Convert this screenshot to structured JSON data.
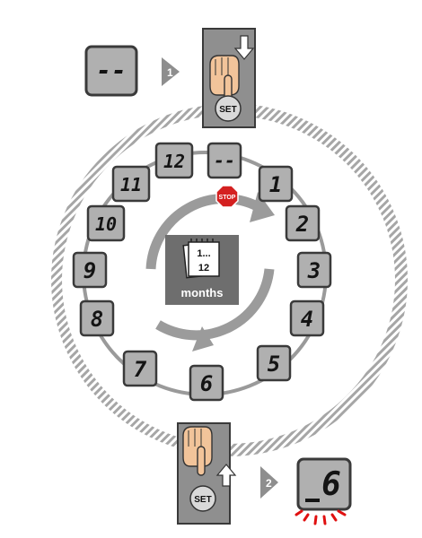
{
  "display_initial": {
    "text": "--"
  },
  "step1": {
    "number": "1",
    "button_label": "SET"
  },
  "step2": {
    "number": "2",
    "button_label": "SET"
  },
  "dial": {
    "items": [
      "--",
      "1",
      "2",
      "3",
      "4",
      "5",
      "6",
      "7",
      "8",
      "9",
      "10",
      "11",
      "12"
    ]
  },
  "stop_sign": {
    "label": "STOP"
  },
  "calendar_icon": {
    "line1": "1...",
    "line2": "12",
    "caption": "months"
  },
  "display_result": {
    "text": "6"
  },
  "colors": {
    "display_fill": "#b0b0b0",
    "display_border": "#3a3a3a",
    "panel_fill": "#8f8f8f",
    "panel_border": "#3a3a3a",
    "center_fill": "#6e6e6e",
    "ring_gray": "#9a9a9a",
    "hatch_gray": "#a8a8a8",
    "arrow_gray": "#9b9b9b",
    "skin": "#f2c49a",
    "stop_red": "#d42020",
    "blink_red": "#e01010"
  }
}
